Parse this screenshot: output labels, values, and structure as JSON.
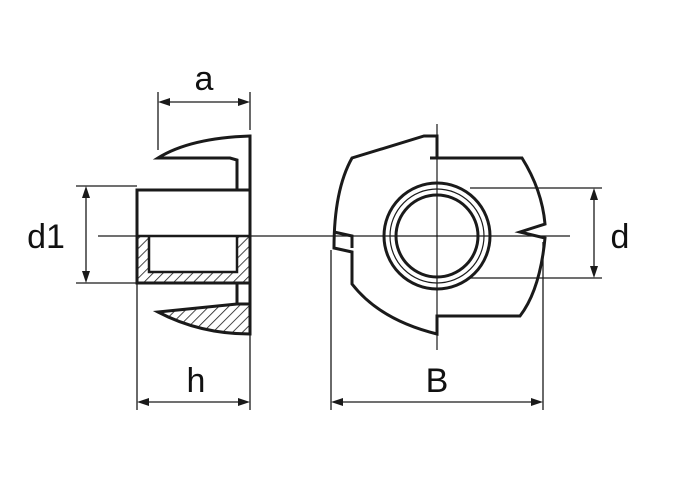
{
  "labels": {
    "a": "a",
    "d1": "d1",
    "h": "h",
    "B": "B",
    "d": "d"
  },
  "colors": {
    "line": "#1a1a1a",
    "background": "#ffffff"
  }
}
